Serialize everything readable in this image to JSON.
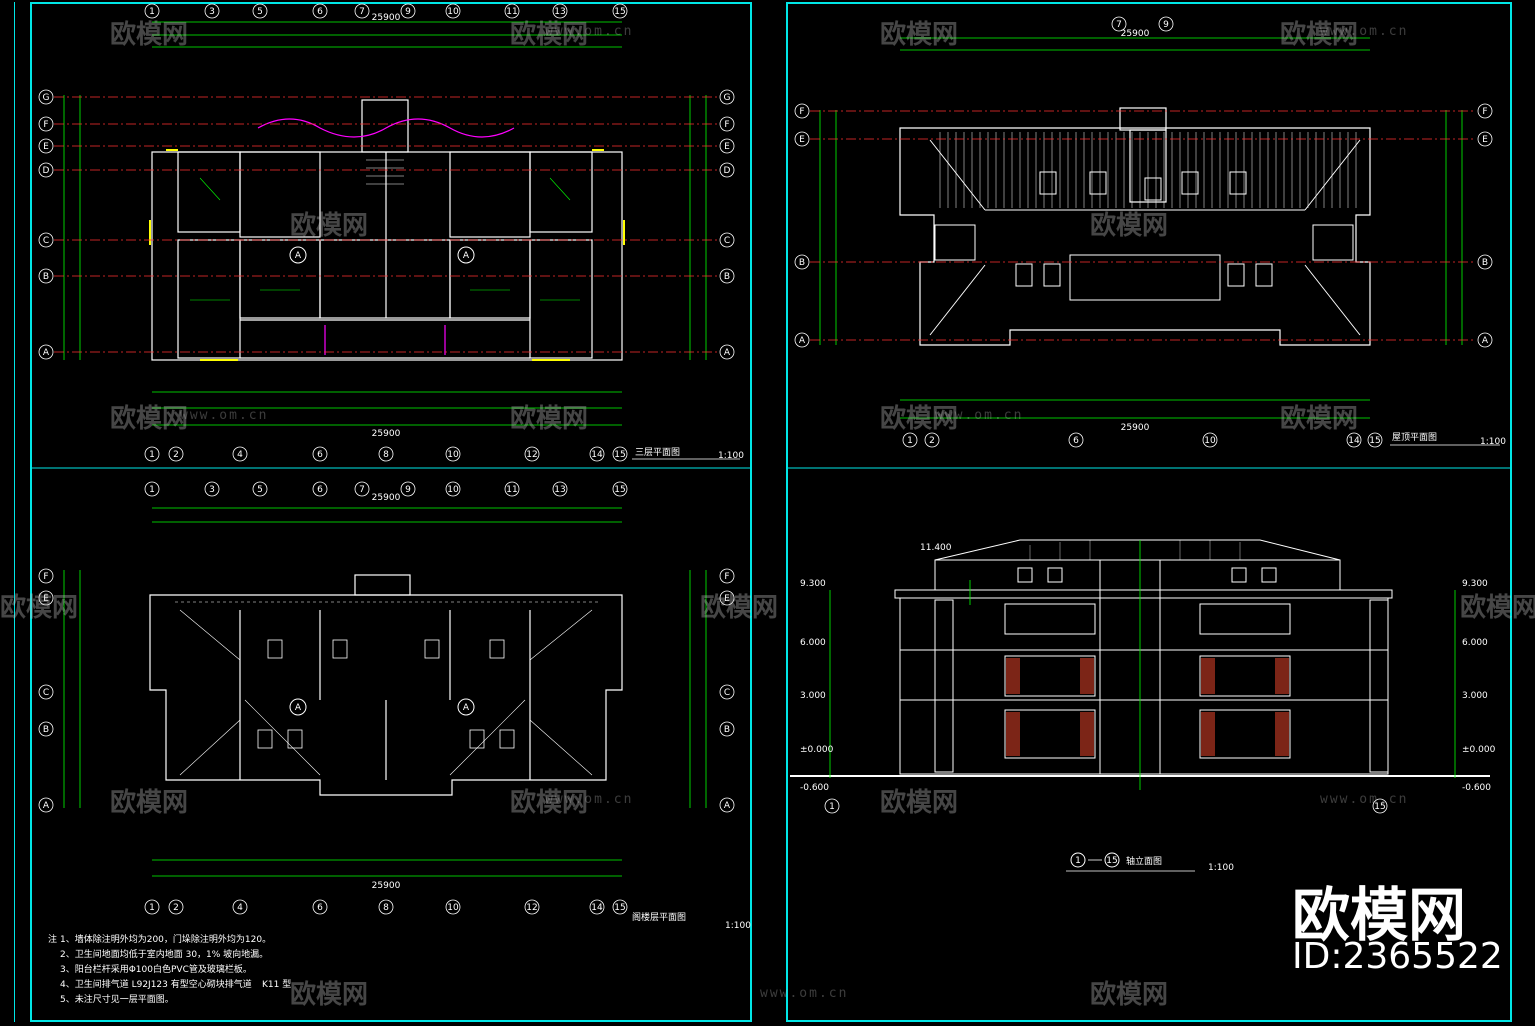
{
  "drawings": {
    "third_floor": {
      "title": "三层平面图",
      "scale": "1:100",
      "total_dim": "25900"
    },
    "roof_plan": {
      "title": "屋顶平面图",
      "scale": "1:100",
      "total_dim": "25900"
    },
    "attic_plan": {
      "title": "阁楼层平面图",
      "scale": "1:100",
      "total_dim": "25900"
    },
    "elevation": {
      "title": "轴立面图",
      "axis_from": "1",
      "axis_to": "15",
      "scale": "1:100"
    }
  },
  "grid_axes_top": [
    "1",
    "3",
    "5",
    "6",
    "7",
    "9",
    "10",
    "11",
    "13",
    "15"
  ],
  "grid_axes_bottom": [
    "1",
    "2",
    "4",
    "6",
    "8",
    "10",
    "12",
    "14",
    "15"
  ],
  "grid_rows_plan": [
    "G",
    "F",
    "E",
    "D",
    "C",
    "B",
    "A"
  ],
  "grid_rows_attic": [
    "F",
    "E",
    "C",
    "B",
    "A"
  ],
  "roof_axes_top": [
    "7",
    "9"
  ],
  "roof_axes_bottom": [
    "1",
    "2",
    "6",
    "10",
    "14",
    "15"
  ],
  "roof_rows": [
    "F",
    "E",
    "B",
    "A"
  ],
  "elevation_levels": [
    "11.400",
    "9.300",
    "6.000",
    "3.000",
    "±0.000",
    "-0.600"
  ],
  "room_markers": [
    "A",
    "A"
  ],
  "notes": {
    "prefix": "注",
    "lines": [
      "1、墙体除注明外均为200，门垛除注明外均为120。",
      "2、卫生间地面均低于室内地面 30，1% 坡向地漏。",
      "3、阳台栏杆采用Φ100白色PVC管及玻璃栏板。",
      "4、卫生间排气道 L92J123 有型空心砌块排气道",
      "5、未注尺寸见一层平面图。"
    ],
    "code": "K11 型"
  },
  "watermark": {
    "name": "欧模网",
    "url": "www.om.cn"
  },
  "brand": {
    "name": "欧模网",
    "id": "ID:2365522"
  },
  "colors": {
    "frame": "#00e6e6",
    "dim": "#00ff00",
    "axis_line": "#ff3030",
    "wall": "#ffffff",
    "accent": "#ff00ff",
    "yellow": "#ffff00"
  }
}
